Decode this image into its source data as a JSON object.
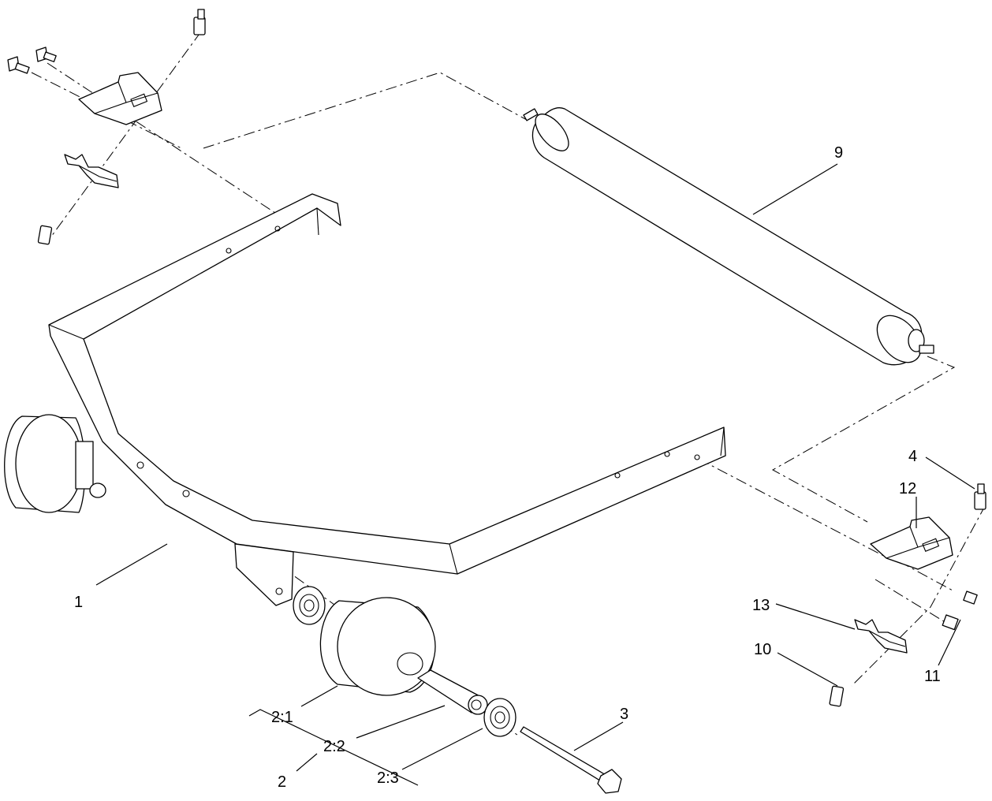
{
  "callouts": {
    "frame": "1",
    "roller_assembly": "2",
    "wheel": "2:1",
    "spacer": "2:2",
    "bearing": "2:3",
    "axle_bolt": "3",
    "screw": "4",
    "rear_roller": "9",
    "bolt": "10",
    "flange_nut": "11",
    "bracket": "12",
    "clip": "13"
  }
}
